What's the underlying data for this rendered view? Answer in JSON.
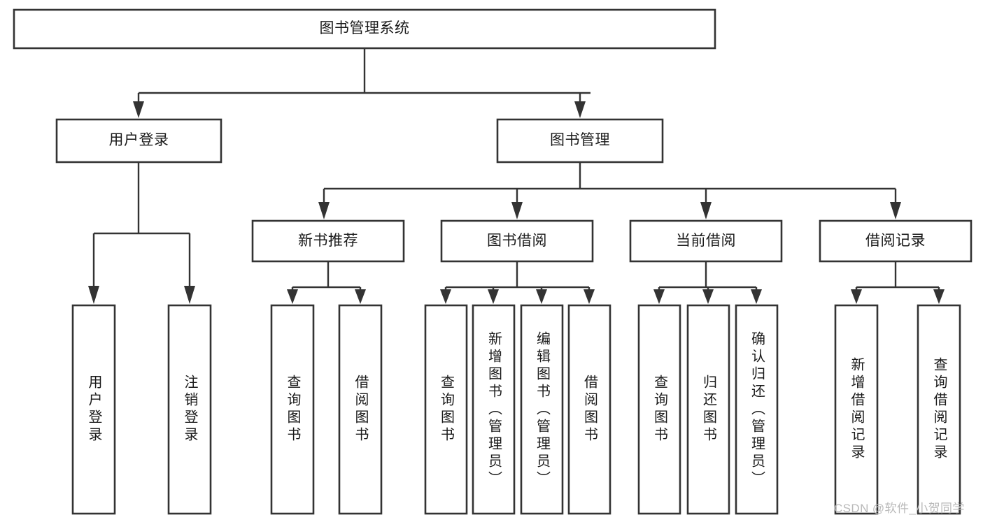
{
  "diagram": {
    "type": "hierarchy-tree",
    "title": "图书管理系统",
    "orientation": "top-down",
    "levels": 4,
    "colors": {
      "node_fill": "#ffffff",
      "node_stroke": "#333333",
      "text": "#1a1a1a",
      "background": "#ffffff",
      "watermark": "#b9b9b9"
    },
    "root": {
      "label": "图书管理系统"
    },
    "level2": [
      {
        "label": "用户登录"
      },
      {
        "label": "图书管理"
      }
    ],
    "level3": [
      {
        "label": "新书推荐"
      },
      {
        "label": "图书借阅"
      },
      {
        "label": "当前借阅"
      },
      {
        "label": "借阅记录"
      }
    ],
    "leaves": {
      "user_login": [
        {
          "label": "用户登录"
        },
        {
          "label": "注销登录"
        }
      ],
      "new_book_recommend": [
        {
          "label": "查询图书"
        },
        {
          "label": "借阅图书"
        }
      ],
      "book_borrow": [
        {
          "label": "查询图书"
        },
        {
          "label": "新增图书（管理员）"
        },
        {
          "label": "编辑图书（管理员）"
        },
        {
          "label": "借阅图书"
        }
      ],
      "current_borrow": [
        {
          "label": "查询图书"
        },
        {
          "label": "归还图书"
        },
        {
          "label": "确认归还（管理员）"
        }
      ],
      "borrow_record": [
        {
          "label": "新增借阅记录"
        },
        {
          "label": "查询借阅记录"
        }
      ]
    }
  },
  "watermark": {
    "text": "CSDN @软件_小贺同学"
  }
}
